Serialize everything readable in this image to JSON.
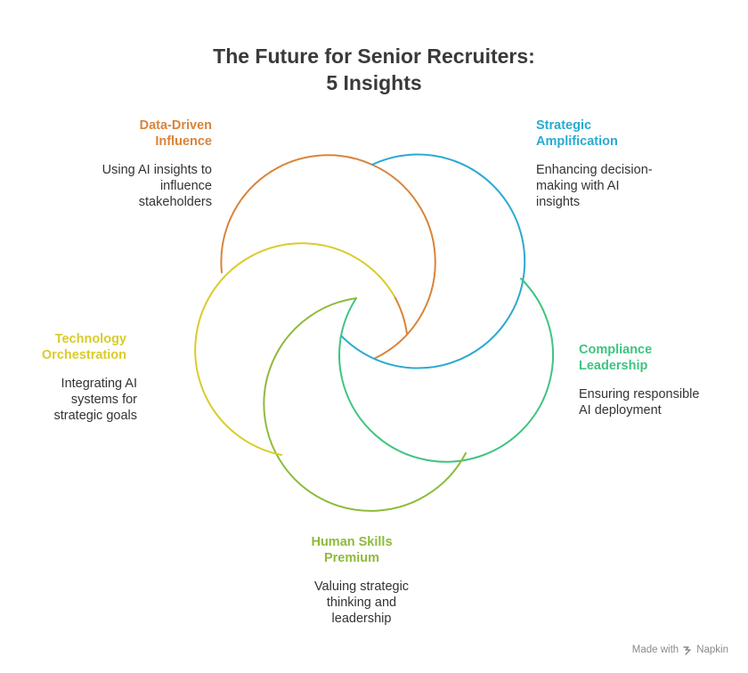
{
  "title": {
    "line1": "The Future for Senior Recruiters:",
    "line2": "5 Insights"
  },
  "insights": [
    {
      "heading": "Data-Driven\nInfluence",
      "description": "Using AI insights to\ninfluence\nstakeholders",
      "color": "#D9843A"
    },
    {
      "heading": "Strategic\nAmplification",
      "description": "Enhancing decision-\nmaking with AI\ninsights",
      "color": "#2AAAD0"
    },
    {
      "heading": "Compliance\nLeadership",
      "description": "Ensuring responsible\nAI deployment",
      "color": "#3EC47F"
    },
    {
      "heading": "Human Skills\nPremium",
      "description": "Valuing strategic\nthinking and\nleadership",
      "color": "#8DBB3A"
    },
    {
      "heading": "Technology\nOrchestration",
      "description": "Integrating AI\nsystems for\nstrategic goals",
      "color": "#D9CC2A"
    }
  ],
  "footer": {
    "made_with": "Made with",
    "brand": "Napkin",
    "icon": "napkin-bolt-icon"
  }
}
